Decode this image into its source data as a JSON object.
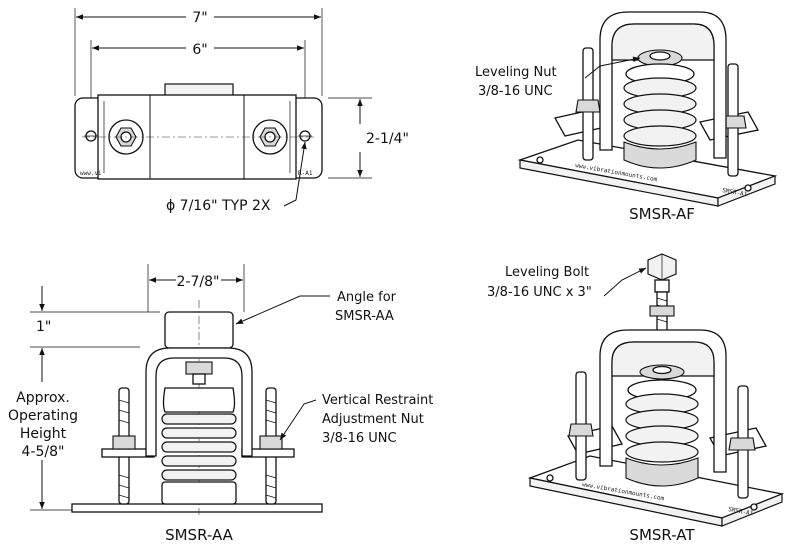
{
  "top_view": {
    "dim_overall_length": "7\"",
    "dim_hole_spacing": "6\"",
    "dim_width": "2-1/4\"",
    "hole_note": "ϕ 7/16\" TYP 2X",
    "plate_mark_left": "www.vi",
    "plate_mark_right": "R-A1"
  },
  "smsr_af": {
    "caption": "SMSR-AF",
    "callout_leveling_nut_line1": "Leveling Nut",
    "callout_leveling_nut_line2": "3/8-16 UNC"
  },
  "smsr_aa": {
    "caption": "SMSR-AA",
    "dim_width": "2-7/8\"",
    "dim_height_1": "1\"",
    "height_label_line1": "Approx.",
    "height_label_line2": "Operating",
    "height_label_line3": "Height",
    "height_label_line4": "4-5/8\"",
    "callout_angle_line1": "Angle for",
    "callout_angle_line2": "SMSR-AA",
    "callout_restraint_line1": "Vertical Restraint",
    "callout_restraint_line2": "Adjustment Nut",
    "callout_restraint_line3": "3/8-16 UNC"
  },
  "smsr_at": {
    "caption": "SMSR-AT",
    "callout_leveling_bolt_line1": "Leveling Bolt",
    "callout_leveling_bolt_line2": "3/8-16 UNC x 3\""
  }
}
